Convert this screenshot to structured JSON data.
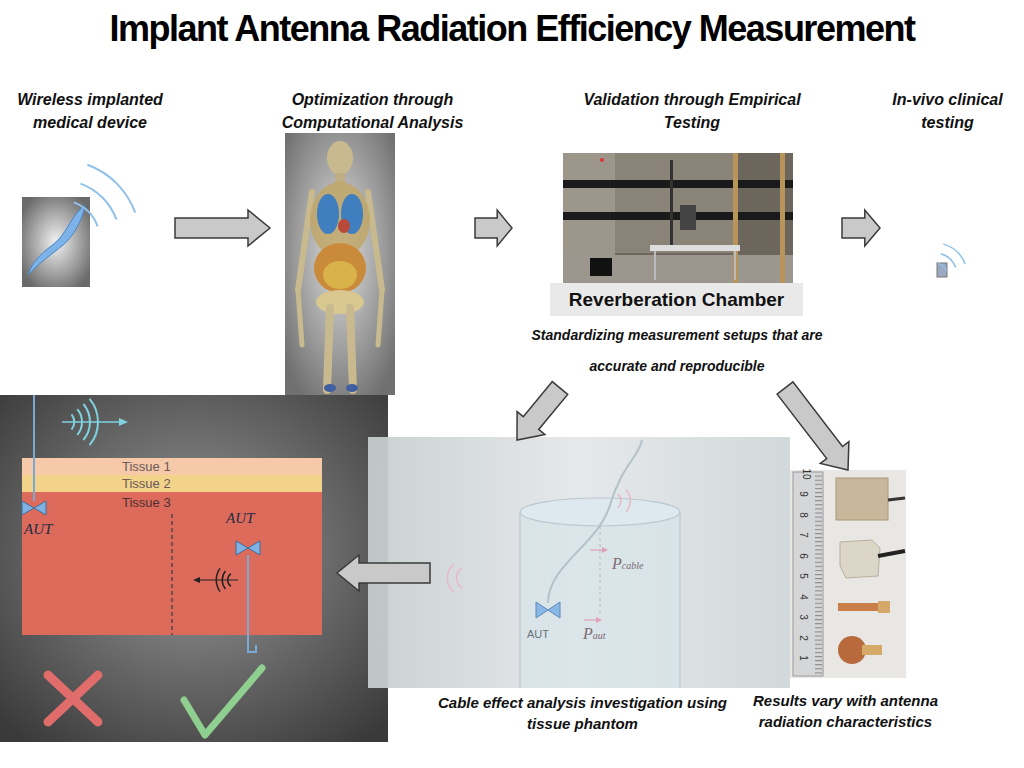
{
  "diagram": {
    "title": "Implant Antenna Radiation Efficiency Measurement",
    "nodes": [
      {
        "text": [
          "Wireless implanted medical device"
        ]
      },
      {
        "text": [
          "Optimization through Computational Analysis"
        ]
      },
      {
        "text": [
          "Validation through Empirical Testing",
          "Reverberation Chamber",
          "Standardizing measurement setups that are accurate and reproducible"
        ]
      },
      {
        "text": [
          "In-vivo clinical testing"
        ]
      },
      {
        "text": [
          "AUT",
          "AUT"
        ]
      },
      {
        "text": [
          "Tissue 1"
        ],
        "in": 4
      },
      {
        "text": [
          "Tissue 2"
        ],
        "in": 4
      },
      {
        "text": [
          "Tissue 3"
        ],
        "in": 4
      },
      {
        "text": [
          "Cable effect analysis investigation using tissue phantom"
        ]
      },
      {
        "text": [
          "Results vary with antenna radiation characteristics"
        ]
      }
    ],
    "edges": [
      {
        "from": 0,
        "to": 1,
        "arrow": "to"
      },
      {
        "from": 1,
        "to": 2,
        "arrow": "to"
      },
      {
        "from": 2,
        "to": 3,
        "arrow": "to"
      },
      {
        "from": 2,
        "to": 8,
        "arrow": "to"
      },
      {
        "from": 2,
        "to": 9,
        "arrow": "to"
      },
      {
        "from": 8,
        "to": 4,
        "arrow": "to"
      }
    ],
    "labels": [
      "AUT",
      "Pcable",
      "Paut",
      "1",
      "2",
      "3",
      "4",
      "5",
      "6",
      "7",
      "8",
      "9",
      "10"
    ]
  }
}
